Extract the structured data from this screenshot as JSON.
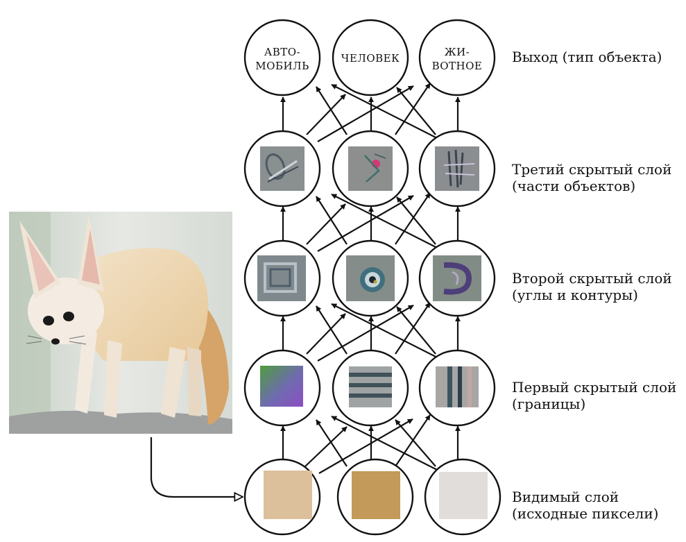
{
  "output_layer": {
    "label": "Выход (тип объекта)",
    "nodes": [
      {
        "line1": "АВТО-",
        "line2": "МОБИЛЬ"
      },
      {
        "line1": "ЧЕЛОВЕК",
        "line2": ""
      },
      {
        "line1": "ЖИ-",
        "line2": "ВОТНОЕ"
      }
    ]
  },
  "hidden3": {
    "line1": "Третий скрытый слой",
    "line2": "(части объектов)",
    "nodes": [
      "feature-figure",
      "feature-figure",
      "feature-figure"
    ]
  },
  "hidden2": {
    "line1": "Второй скрытый слой",
    "line2": "(углы и контуры)",
    "nodes": [
      "feature-figure",
      "feature-figure",
      "feature-figure"
    ]
  },
  "hidden1": {
    "line1": "Первый скрытый слой",
    "line2": "(границы)",
    "nodes": [
      "feature-figure",
      "feature-figure",
      "feature-figure"
    ]
  },
  "visible_layer": {
    "line1": "Видимый слой",
    "line2": "(исходные пиксели)",
    "pixel_colors": [
      "#dcc09c",
      "#c39a5a",
      "#e1dddb"
    ]
  },
  "input_image": {
    "subject": "fennec-fox-photo"
  },
  "colors": {
    "stroke": "#111111",
    "background": "#ffffff"
  }
}
